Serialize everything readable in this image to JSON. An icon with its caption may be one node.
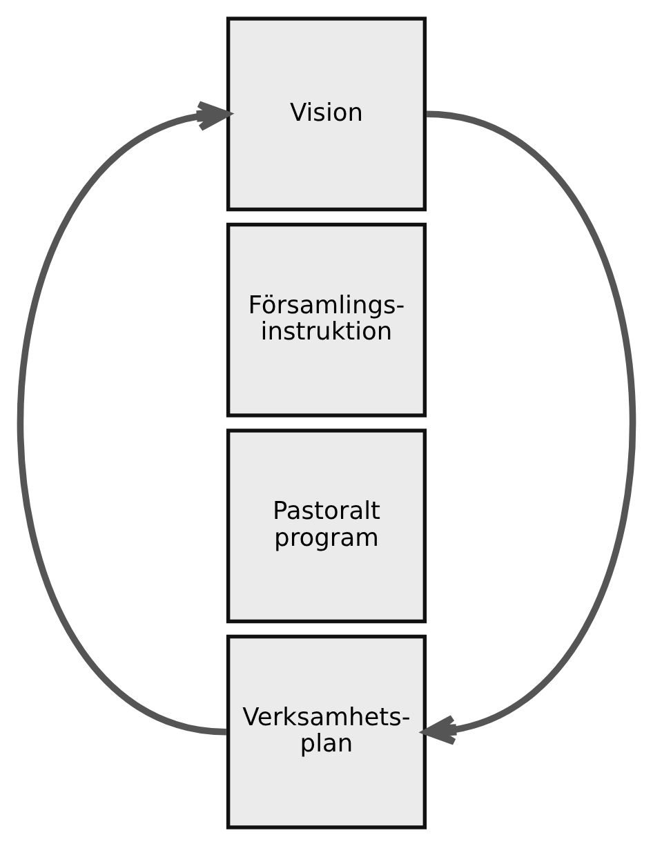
{
  "diagram": {
    "nodes": [
      {
        "text": [
          "Vision"
        ]
      },
      {
        "text": [
          "Församlings- instruktion"
        ]
      },
      {
        "text": [
          "Pastoralt program"
        ]
      },
      {
        "text": [
          "Verksamhets- plan"
        ]
      }
    ],
    "edges": [
      {
        "from": 3,
        "to": 0,
        "arrow": "to"
      },
      {
        "from": 0,
        "to": 3,
        "arrow": "to"
      }
    ]
  }
}
